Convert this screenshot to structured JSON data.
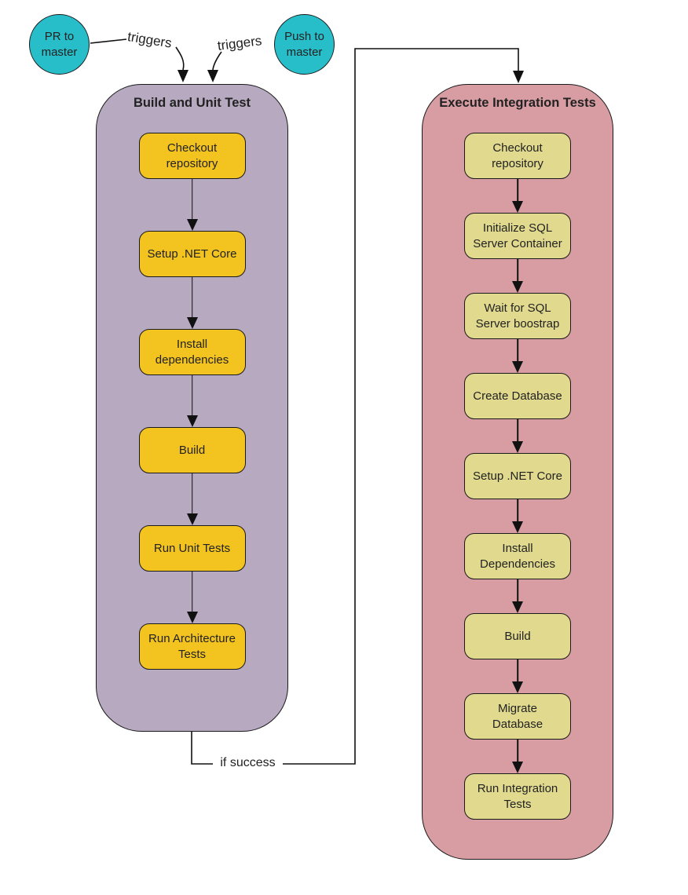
{
  "diagram": {
    "nodes": {
      "pr_trigger": "PR to master",
      "push_trigger": "Push to master"
    },
    "edge_labels": {
      "pr_triggers": "triggers",
      "push_triggers": "triggers",
      "if_success": "if success"
    },
    "pipelines": [
      {
        "title": "Build and Unit Test",
        "steps": [
          "Checkout repository",
          "Setup .NET Core",
          "Install dependencies",
          "Build",
          "Run Unit Tests",
          "Run Architecture Tests"
        ]
      },
      {
        "title": "Execute Integration Tests",
        "steps": [
          "Checkout repository",
          "Initialize SQL Server Container",
          "Wait for SQL Server boostrap",
          "Create Database",
          "Setup .NET Core",
          "Install Dependencies",
          "Build",
          "Migrate Database",
          "Run Integration Tests"
        ]
      }
    ],
    "colors": {
      "trigger_fill": "#27bec9",
      "pipeline_build_fill": "#b6a9c0",
      "pipeline_integration_fill": "#d79da3",
      "step_build_fill": "#f3c320",
      "step_integration_fill": "#e1da8e",
      "stroke": "#1a1a1a",
      "text": "#222222"
    }
  }
}
